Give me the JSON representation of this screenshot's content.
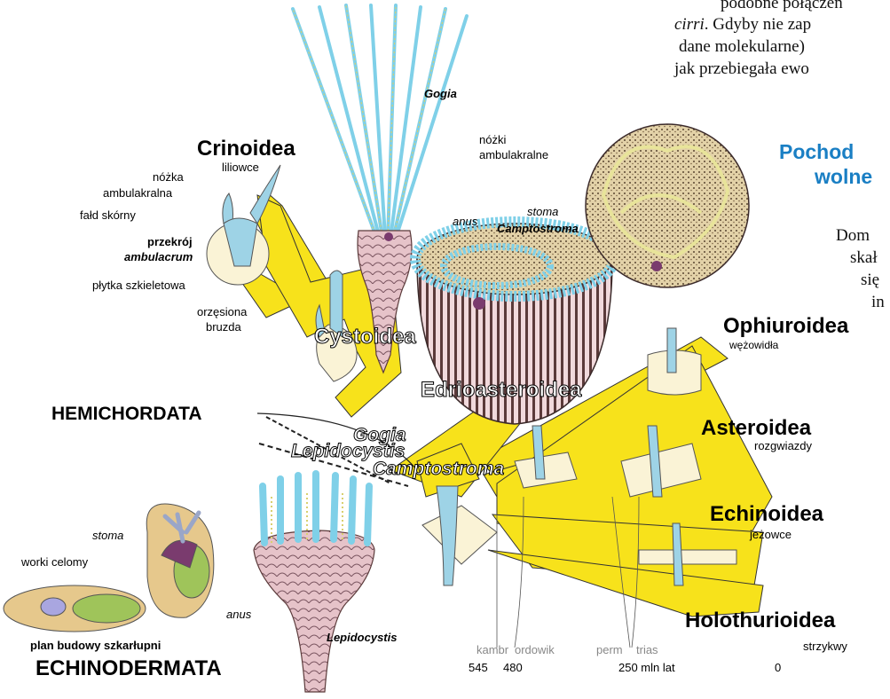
{
  "text_fragments": {
    "line1": "podobne połączen",
    "line2a": "cirri",
    "line2b": ". Gdyby nie zap",
    "line3": "dane molekularne)",
    "line4": "jak przebiegała ewo",
    "heading1": "Pochod",
    "heading2": "wolne",
    "p1": "Dom",
    "p2": "skał",
    "p3": "się",
    "p4": "in"
  },
  "taxa": {
    "crinoidea": "Crinoidea",
    "crinoidea_pl": "liliowce",
    "cystoidea": "Cystoidea",
    "ophiuroidea": "Ophiuroidea",
    "ophiuroidea_pl": "wężowidła",
    "edrioasteroidea": "Edrioasteroidea",
    "asteroidea": "Asteroidea",
    "asteroidea_pl": "rozgwiazdy",
    "echinoidea": "Echinoidea",
    "echinoidea_pl": "jeżowce",
    "holothurioidea": "Holothurioidea",
    "holothurioidea_pl": "strzykwy",
    "hemichordata": "HEMICHORDATA",
    "echinodermata": "ECHINODERMATA"
  },
  "genera": {
    "gogia_top": "Gogia",
    "camptostroma_top": "Camptostroma",
    "gogia_tree": "Gogia",
    "lepidocystis_tree": "Lepidocystis",
    "camptostroma_tree": "Camptostroma",
    "lepidocystis_bottom": "Lepidocystis"
  },
  "anatomy": {
    "nozka_1": "nóżka",
    "nozka_2": "ambulakralna",
    "fald": "fałd skórny",
    "przekroj_1": "przekrój",
    "przekroj_2": "ambulacrum",
    "plytka": "płytka szkieletowa",
    "orzesiona_1": "orzęsiona",
    "orzesiona_2": "bruzda",
    "nozki_1": "nóżki",
    "nozki_2": "ambulakralne",
    "stoma_top": "stoma",
    "anus_top": "anus",
    "stoma_bottom": "stoma",
    "worki": "worki celomy",
    "anus_bottom": "anus",
    "plan": "plan budowy szkarłupni"
  },
  "timeline": {
    "periods": [
      "kambr",
      "ordowik",
      "perm",
      "trias"
    ],
    "ages": [
      "545",
      "480",
      "250 mln lat",
      "0"
    ]
  },
  "colors": {
    "yellow": "#f7e21b",
    "cream": "#faf3d6",
    "light_blue": "#9ed3e6",
    "pink": "#e9c3c8",
    "green": "#9fc45a",
    "purple": "#7a3b6e",
    "heading_blue": "#1a7fc4"
  }
}
